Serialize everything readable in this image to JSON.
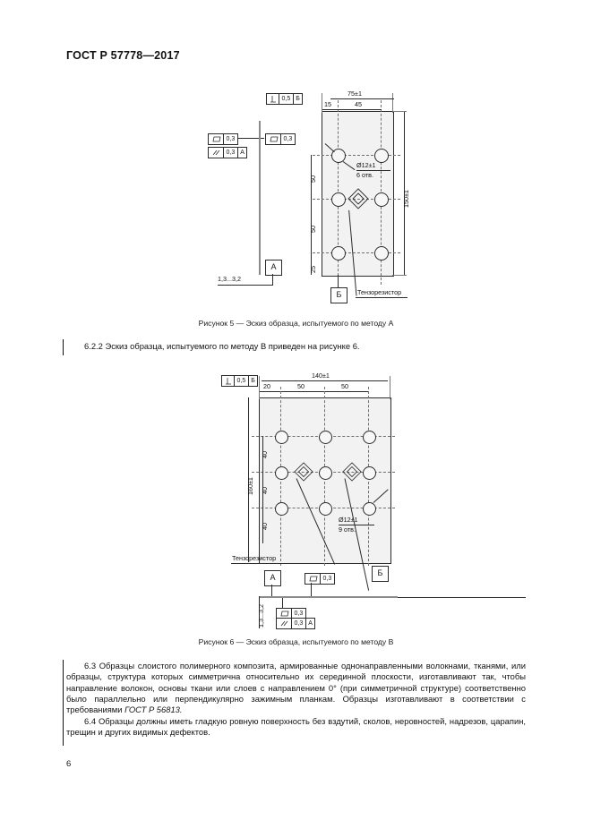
{
  "document": {
    "standard_header": "ГОСТ Р 57778—2017",
    "page_number": "6"
  },
  "figure5": {
    "caption": "Рисунок 5 — Эскиз образца, испытуемого по методу А",
    "dimensions": {
      "overall_width": "75±1",
      "edge_offset": "15",
      "hole_pitch_x": "45",
      "overall_height": "150±1",
      "pitch_y_1": "50",
      "pitch_y_2": "50",
      "pitch_y_3": "25",
      "thickness": "1,3...3,2"
    },
    "hole_note_line1": "Ø12±1",
    "hole_note_line2": "6 отв.",
    "strain_gauge_label": "Тензорезистор",
    "datum_a": "А",
    "datum_b": "Б",
    "gdt": {
      "perpendicularity_value": "0,5",
      "perpendicularity_datum": "Б",
      "flatness_value_1": "0,3",
      "flatness_value_2": "0,3",
      "parallelism_value": "0,3",
      "parallelism_datum": "A"
    }
  },
  "figure6": {
    "caption": "Рисунок 6 — Эскиз образца, испытуемого по методу В",
    "dimensions": {
      "overall_width": "140±1",
      "edge_offset": "20",
      "hole_pitch_x_1": "50",
      "hole_pitch_x_2": "50",
      "overall_height": "160±1",
      "pitch_y_1": "40",
      "pitch_y_2": "40",
      "pitch_y_3": "40",
      "thickness": "1,3...3,2"
    },
    "hole_note_line1": "Ø12±1",
    "hole_note_line2": "9 отв.",
    "strain_gauge_label": "Тензорезистор",
    "datum_a": "А",
    "datum_b": "Б",
    "gdt": {
      "perpendicularity_value": "0,5",
      "perpendicularity_datum": "Б",
      "flatness_value_top": "0,3",
      "flatness_value_bottom": "0,3",
      "parallelism_value": "0,3",
      "parallelism_datum": "A"
    }
  },
  "body": {
    "clause_6_2_2": "6.2.2 Эскиз образца, испытуемого по методу В приведен на рисунке 6.",
    "clause_6_3_part1": "6.3 Образцы слоистого полимерного композита, армированные однонаправленными волокнами, тканями, или образцы, структура которых симметрична относительно их серединной плоскости, изготавливают так, чтобы направление волокон, основы ткани или слоев с направлением 0° (при симметричной структуре) соответственно было параллельно или перпендикулярно зажимным планкам. Образцы изготавливают в соответствии с требованиями ",
    "clause_6_3_ref": "ГОСТ Р 56813",
    "clause_6_3_part2": ".",
    "clause_6_4": "6.4 Образцы должны иметь гладкую ровную поверхность без вздутий, сколов, неровностей, надрезов, царапин, трещин и других видимых дефектов."
  }
}
